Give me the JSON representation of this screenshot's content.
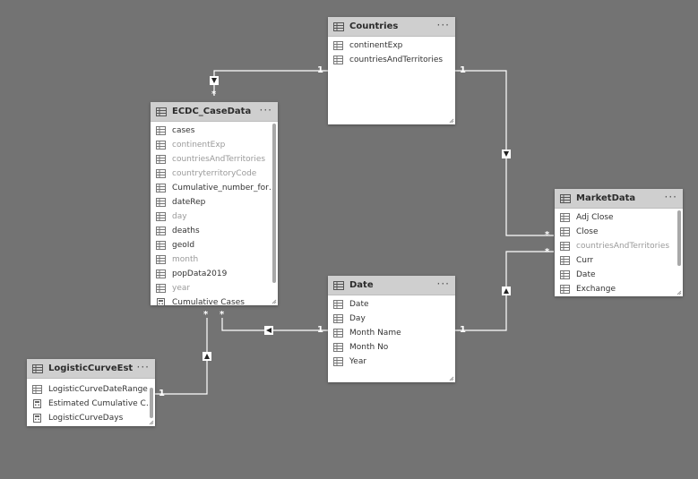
{
  "colors": {
    "background": "#737373",
    "line": "#ffffff",
    "header": "#cfcfcf",
    "text": "#333333",
    "hidden_text": "#9a9a9a"
  },
  "icons": {
    "table_header": "table-icon",
    "field": "field-grid-icon",
    "measure": "calculator-icon",
    "menu": "ellipsis-icon",
    "filter_arrow": "filter-direction-arrow-icon"
  },
  "tables": {
    "countries": {
      "title": "Countries",
      "menu": "···",
      "fields": [
        {
          "label": "continentExp",
          "hidden": false,
          "icon": "field"
        },
        {
          "label": "countriesAndTerritories",
          "hidden": false,
          "icon": "field"
        }
      ]
    },
    "ecdc": {
      "title": "ECDC_CaseData",
      "menu": "···",
      "fields": [
        {
          "label": "cases",
          "hidden": false,
          "icon": "field"
        },
        {
          "label": "continentExp",
          "hidden": true,
          "icon": "field"
        },
        {
          "label": "countriesAndTerritories",
          "hidden": true,
          "icon": "field"
        },
        {
          "label": "countryterritoryCode",
          "hidden": true,
          "icon": "field"
        },
        {
          "label": "Cumulative_number_for_...",
          "hidden": false,
          "icon": "field"
        },
        {
          "label": "dateRep",
          "hidden": false,
          "icon": "field"
        },
        {
          "label": "day",
          "hidden": true,
          "icon": "field"
        },
        {
          "label": "deaths",
          "hidden": false,
          "icon": "field"
        },
        {
          "label": "geoId",
          "hidden": false,
          "icon": "field"
        },
        {
          "label": "month",
          "hidden": true,
          "icon": "field"
        },
        {
          "label": "popData2019",
          "hidden": false,
          "icon": "field"
        },
        {
          "label": "year",
          "hidden": true,
          "icon": "field"
        },
        {
          "label": "Cumulative Cases",
          "hidden": false,
          "icon": "measure"
        }
      ]
    },
    "date": {
      "title": "Date",
      "menu": "···",
      "fields": [
        {
          "label": "Date",
          "hidden": false,
          "icon": "field"
        },
        {
          "label": "Day",
          "hidden": false,
          "icon": "field"
        },
        {
          "label": "Month Name",
          "hidden": false,
          "icon": "field"
        },
        {
          "label": "Month No",
          "hidden": false,
          "icon": "field"
        },
        {
          "label": "Year",
          "hidden": false,
          "icon": "field"
        }
      ]
    },
    "market": {
      "title": "MarketData",
      "menu": "···",
      "fields": [
        {
          "label": "Adj Close",
          "hidden": false,
          "icon": "field"
        },
        {
          "label": "Close",
          "hidden": false,
          "icon": "field"
        },
        {
          "label": "countriesAndTerritories",
          "hidden": true,
          "icon": "field"
        },
        {
          "label": "Curr",
          "hidden": false,
          "icon": "field"
        },
        {
          "label": "Date",
          "hidden": false,
          "icon": "field"
        },
        {
          "label": "Exchange",
          "hidden": false,
          "icon": "field"
        }
      ]
    },
    "logistic": {
      "title": "LogisticCurveEst",
      "menu": "···",
      "fields": [
        {
          "label": "LogisticCurveDateRange",
          "hidden": false,
          "icon": "field"
        },
        {
          "label": "Estimated Cumulative Ca...",
          "hidden": false,
          "icon": "measure"
        },
        {
          "label": "LogisticCurveDays",
          "hidden": false,
          "icon": "measure"
        }
      ]
    }
  },
  "relationships": [
    {
      "name": "countries-ecdc",
      "from": "countries",
      "to": "ecdc",
      "one": "1",
      "many": "*"
    },
    {
      "name": "countries-market",
      "from": "countries",
      "to": "market",
      "one": "1",
      "many": "*"
    },
    {
      "name": "date-ecdc",
      "from": "date",
      "to": "ecdc",
      "one": "1",
      "many": "*"
    },
    {
      "name": "date-market",
      "from": "date",
      "to": "market",
      "one": "1",
      "many": "*"
    },
    {
      "name": "logistic-ecdc",
      "from": "logistic",
      "to": "ecdc",
      "one": "1",
      "many": "*"
    }
  ]
}
